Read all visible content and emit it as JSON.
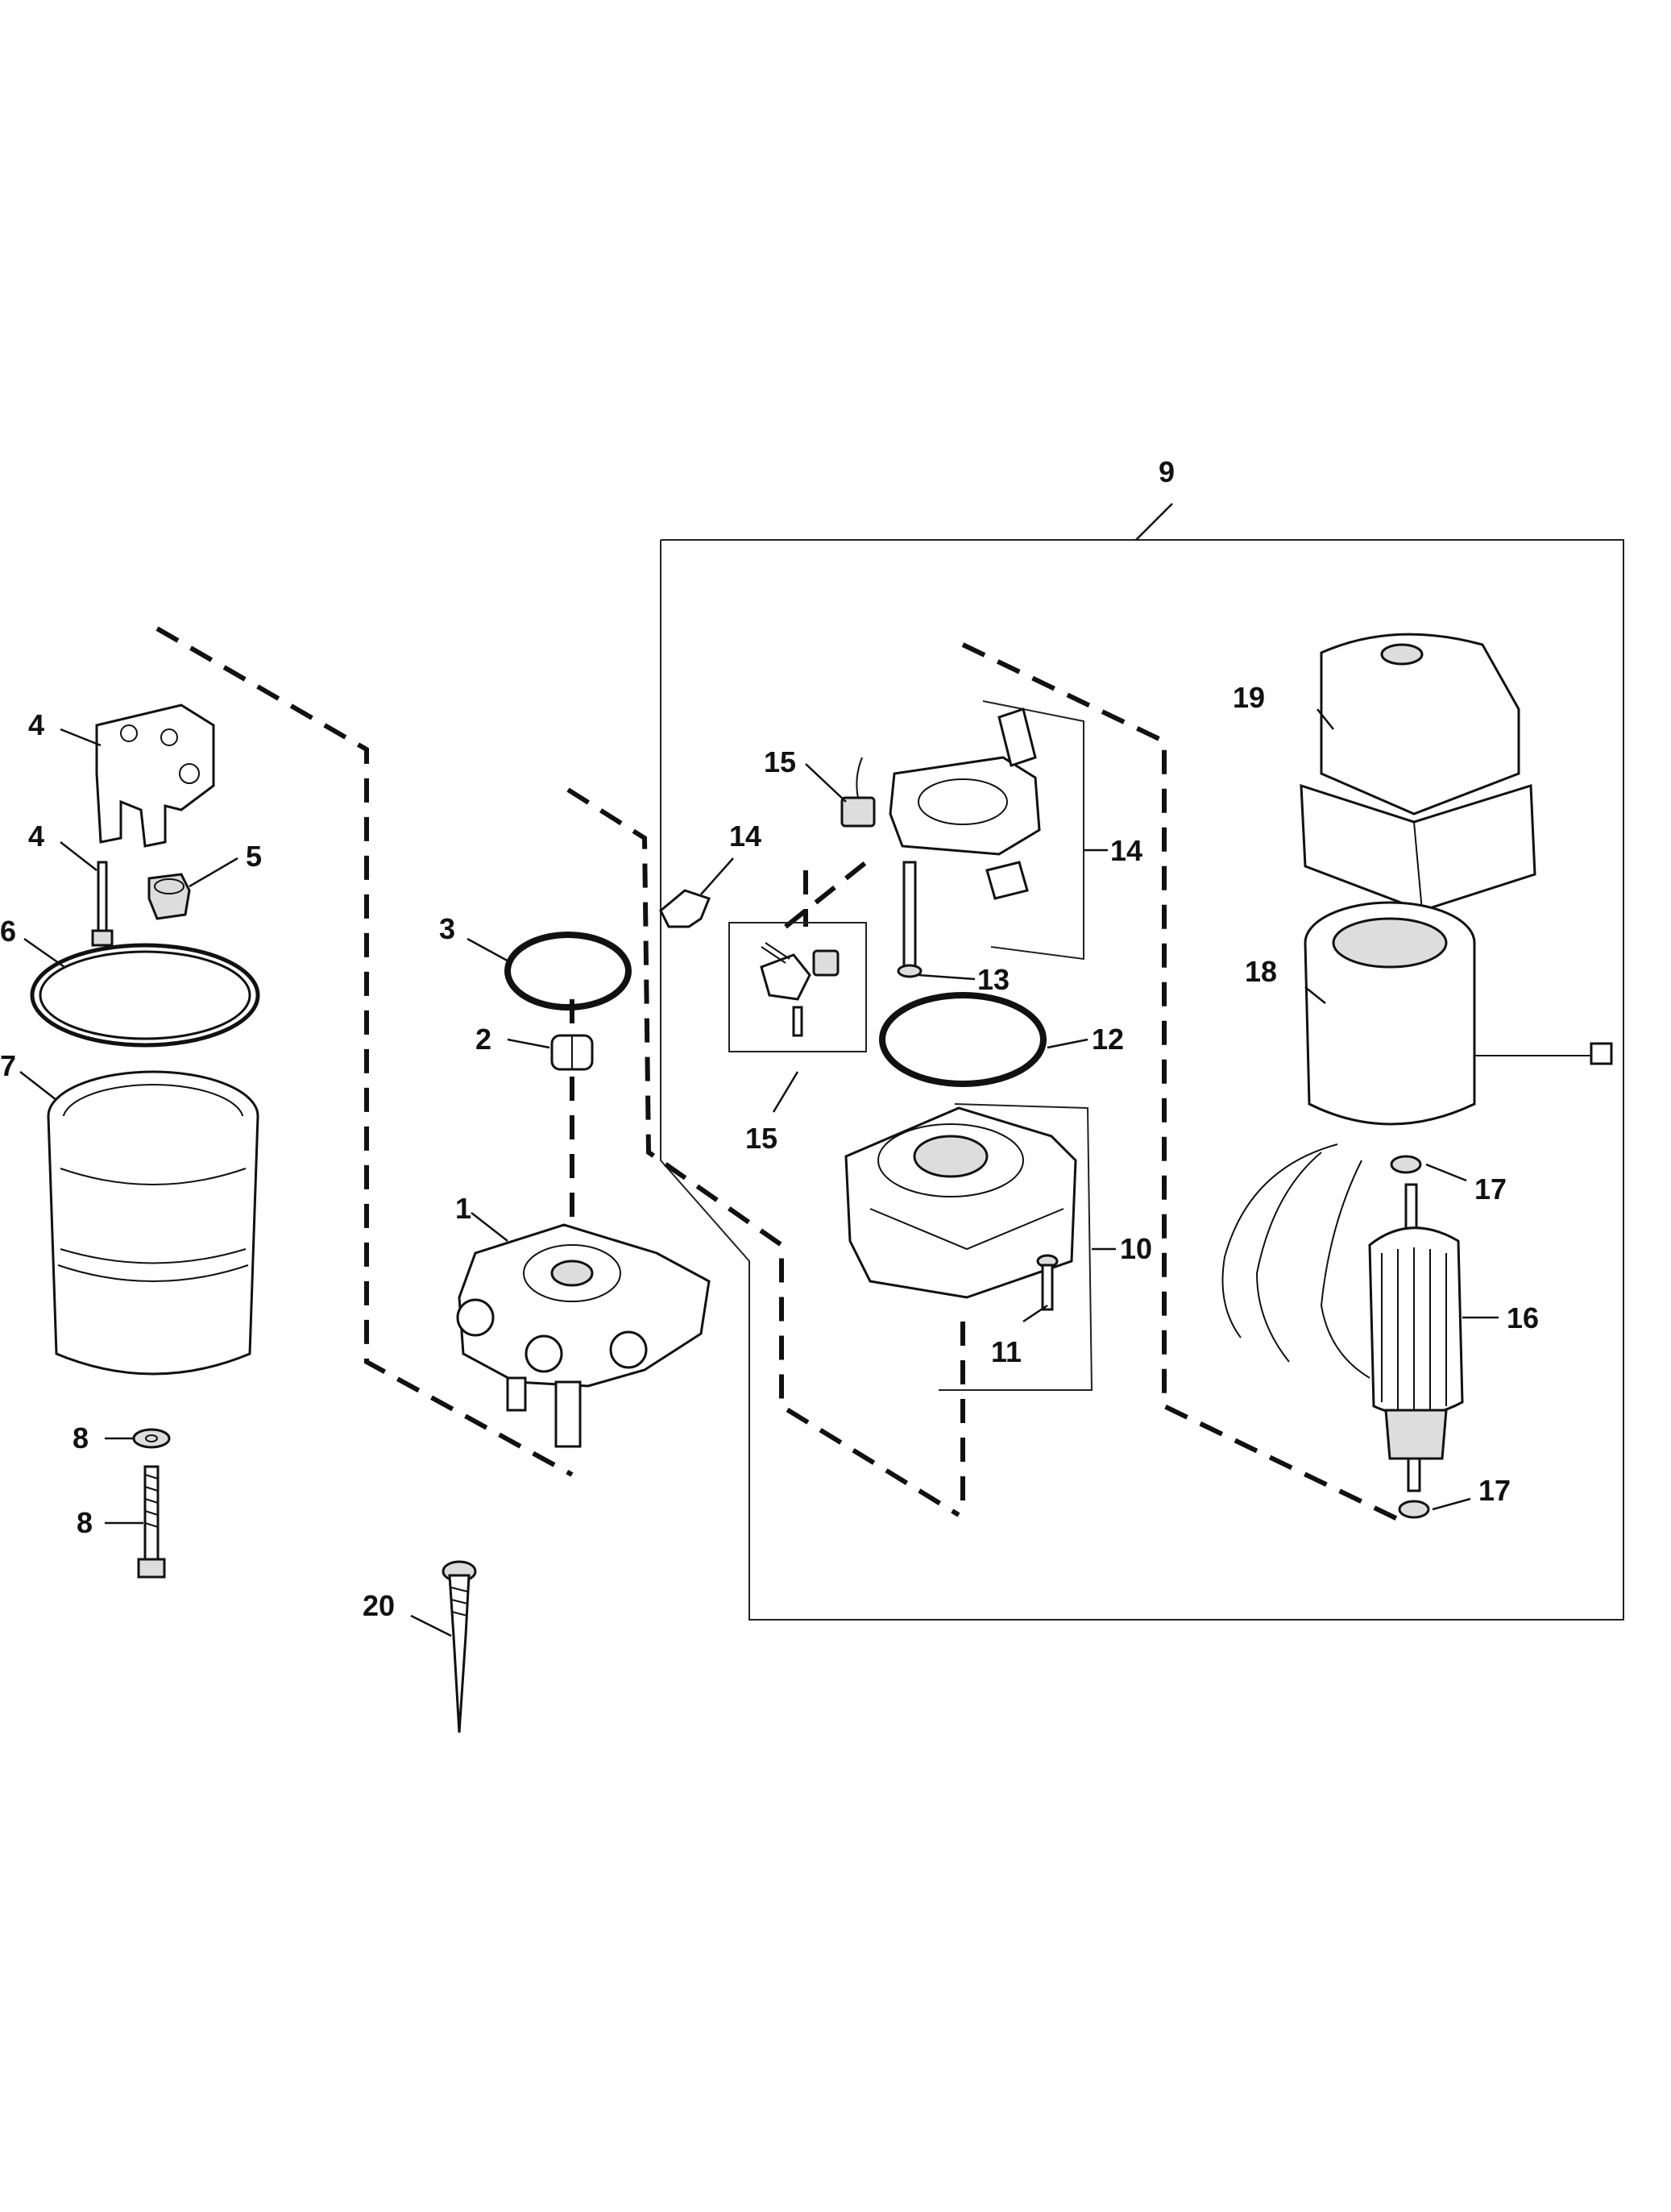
{
  "diagram": {
    "callouts": {
      "c1": "1",
      "c2": "2",
      "c3": "3",
      "c4a": "4",
      "c4b": "4",
      "c5": "5",
      "c6": "6",
      "c7": "7",
      "c8a": "8",
      "c8b": "8",
      "c9": "9",
      "c10": "10",
      "c11": "11",
      "c12": "12",
      "c13": "13",
      "c14a": "14",
      "c14b": "14",
      "c15a": "15",
      "c15b": "15",
      "c16": "16",
      "c17a": "17",
      "c17b": "17",
      "c18": "18",
      "c19": "19",
      "c20": "20"
    }
  }
}
